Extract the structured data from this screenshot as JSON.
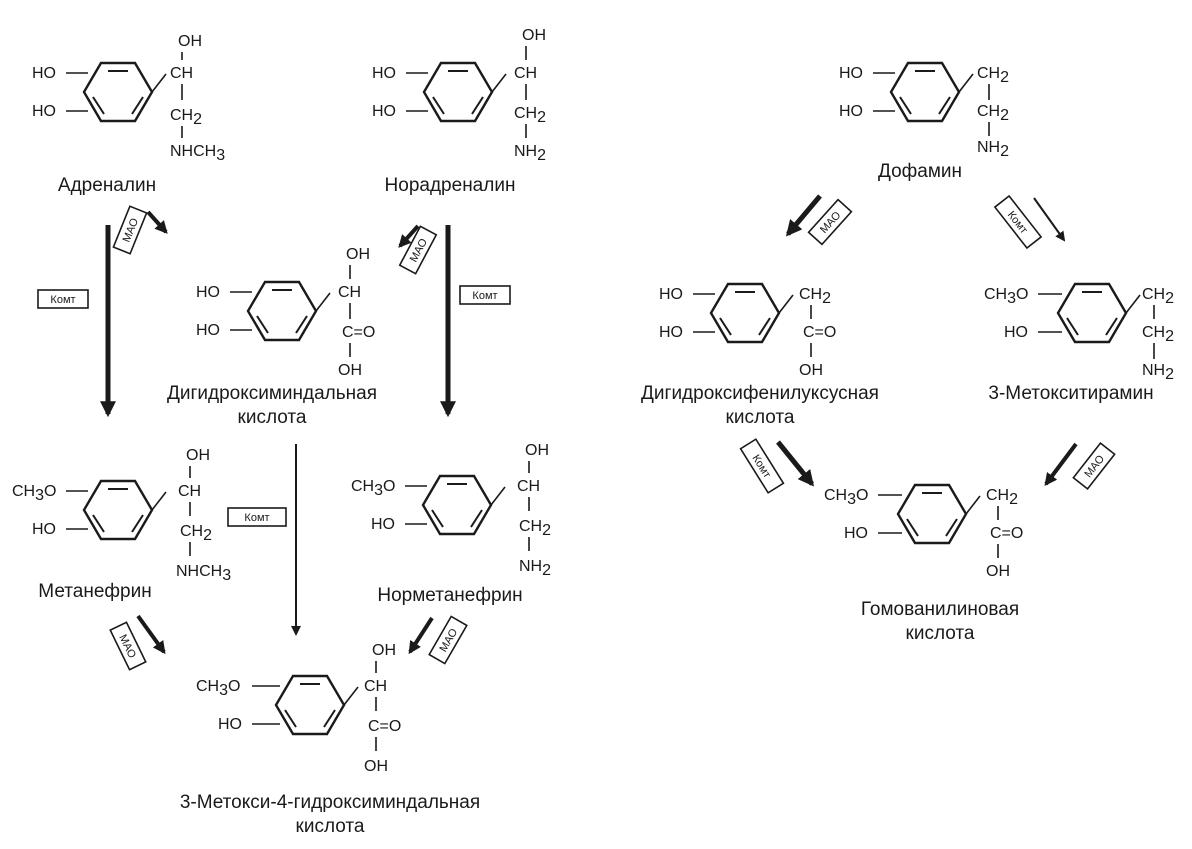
{
  "compounds": {
    "adrenaline": "Адреналин",
    "noradrenaline": "Норадреналин",
    "dopamine": "Дофамин",
    "dihydroxymandelic_line1": "Дигидроксиминдальная",
    "dihydroxymandelic_line2": "кислота",
    "metanephrine": "Метанефрин",
    "normetanephrine": "Норметанефрин",
    "vma_line1": "3-Метокси-4-гидроксиминдальная",
    "vma_line2": "кислота",
    "dopac_line1": "Дигидроксифенилуксусная",
    "dopac_line2": "кислота",
    "methoxytyramine": "3-Метокситирамин",
    "hva_line1": "Гомованилиновая",
    "hva_line2": "кислота"
  },
  "enzymes": {
    "comt": "Комт",
    "mao": "МАО"
  },
  "groups": {
    "ho": "HO",
    "oh": "OH",
    "ch3o": "CH₃O",
    "ch": "CH",
    "ch2": "CH",
    "two": "2",
    "three": "3",
    "nhch3": "NHCH",
    "nh2": "NH",
    "co": "C=O"
  }
}
